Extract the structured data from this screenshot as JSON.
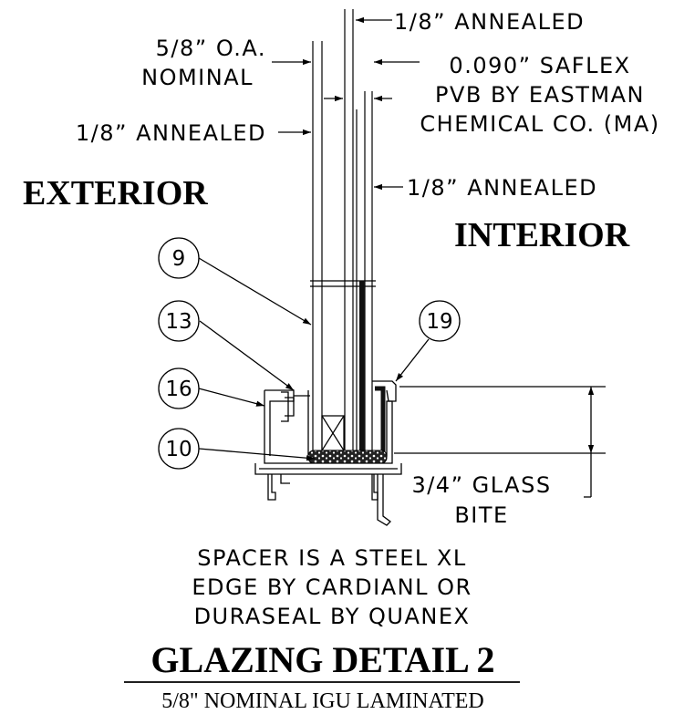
{
  "labels": {
    "outer_lite": "1/8” ANNEALED",
    "overall_line1": "5/8” O.A.",
    "overall_line2": "NOMINAL",
    "interlayer_line1": "0.090” SAFLEX",
    "interlayer_line2": "PVB BY EASTMAN",
    "interlayer_line3": "CHEMICAL CO. (MA)",
    "exterior_lite": "1/8” ANNEALED",
    "interior_lite": "1/8” ANNEALED",
    "exterior": "EXTERIOR",
    "interior": "INTERIOR",
    "glass_bite_line1": "3/4” GLASS",
    "glass_bite_line2": "BITE"
  },
  "callouts": [
    "9",
    "13",
    "16",
    "10",
    "19"
  ],
  "spacer_note": {
    "line1": "SPACER IS A STEEL XL",
    "line2": "EDGE BY CARDIANL OR",
    "line3": "DURASEAL BY QUANEX"
  },
  "title": "GLAZING DETAIL 2",
  "subtitle": "5/8\" NOMINAL IGU LAMINATED"
}
